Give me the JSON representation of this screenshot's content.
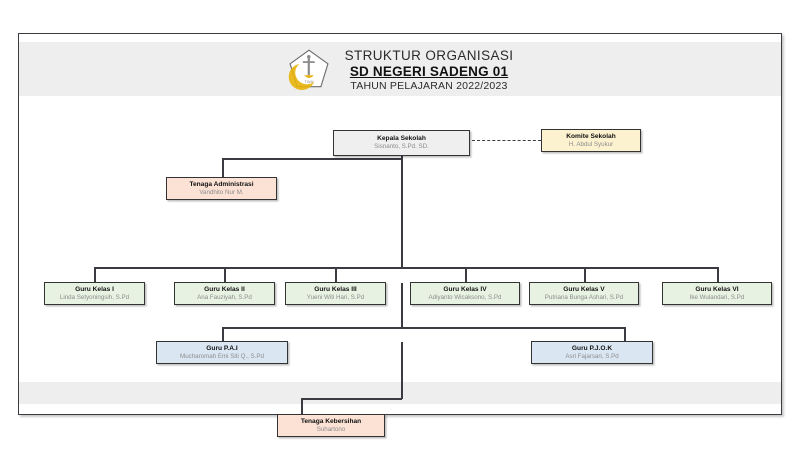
{
  "header": {
    "logo_icon": "tut-wuri-handayani-emblem",
    "line1": "STRUKTUR ORGANISASI",
    "line2": "SD NEGERI SADENG 01",
    "line3": "TAHUN PELAJARAN 2022/2023"
  },
  "colors": {
    "frame_border": "#3b3b42",
    "band": "#eeeeee",
    "node_gray": "#efefef",
    "node_cream": "#fdf2d0",
    "node_peach": "#fbe2d5",
    "node_green": "#e8f2e2",
    "node_blue": "#dae7f3",
    "connector": "#3b3b42"
  },
  "chart_data": {
    "type": "diagram",
    "title": "STRUKTUR ORGANISASI SD NEGERI SADENG 01",
    "subtitle": "TAHUN PELAJARAN 2022/2023"
  },
  "nodes": {
    "kepala_sekolah": {
      "title": "Kepala Sekolah",
      "name": "Sisnanto, S.Pd. SD."
    },
    "komite_sekolah": {
      "title": "Komite Sekolah",
      "name": "H. Abdul Syukur"
    },
    "tenaga_administrasi": {
      "title": "Tenaga Administrasi",
      "name": "Vandhito Nur M."
    },
    "guru_kelas_1": {
      "title": "Guru Kelas I",
      "name": "Linda Setyoningsih, S.Pd"
    },
    "guru_kelas_2": {
      "title": "Guru Kelas II",
      "name": "Ana Fauziyah, S.Pd"
    },
    "guru_kelas_3": {
      "title": "Guru Kelas III",
      "name": "Yueni Witi Hari, S.Pd"
    },
    "guru_kelas_4": {
      "title": "Guru Kelas IV",
      "name": "Adiyanto Wicaksono, S.Pd"
    },
    "guru_kelas_5": {
      "title": "Guru Kelas V",
      "name": "Putriana Bunga Ashari, S.Pd"
    },
    "guru_kelas_6": {
      "title": "Guru Kelas VI",
      "name": "Ike Wulandari, S.Pd"
    },
    "guru_pai": {
      "title": "Guru P.A.I",
      "name": "Mucharomah Emi Siti Q., S.Pd"
    },
    "guru_pjok": {
      "title": "Guru P.J.O.K",
      "name": "Asri Fajarsari, S.Pd"
    },
    "tenaga_kebersihan": {
      "title": "Tenaga Kebersihan",
      "name": "Suhartono"
    }
  }
}
